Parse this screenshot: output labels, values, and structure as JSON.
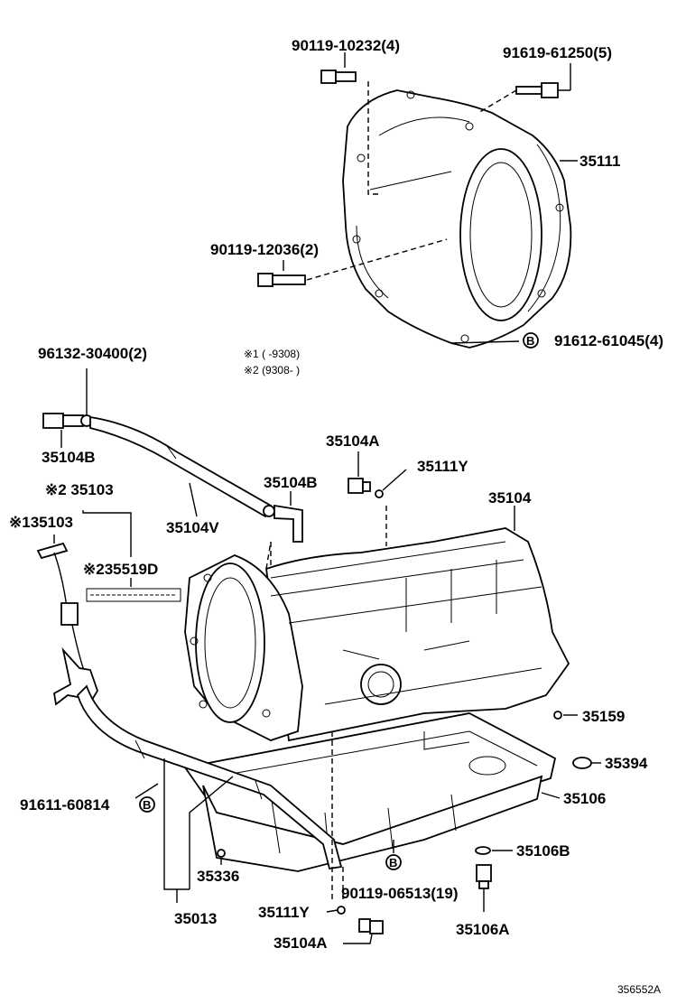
{
  "labels": {
    "p_90119_10232": "90119-10232(4)",
    "p_91619_61250": "91619-61250(5)",
    "p_35111": "35111",
    "p_90119_12036": "90119-12036(2)",
    "p_91612_61045": "91612-61045(4)",
    "p_96132_30400": "96132-30400(2)",
    "note1": "※1 (    -9308)",
    "note2": "※2 (9308-    )",
    "p_35104B_a": "35104B",
    "p_35104A_top": "35104A",
    "p_35111Y_top": "35111Y",
    "p_35103_2": "※2 35103",
    "p_35104B_b": "35104B",
    "p_35104": "35104",
    "p_35103_1": "※135103",
    "p_35104V": "35104V",
    "p_35519D": "※235519D",
    "p_35159": "35159",
    "p_35394": "35394",
    "p_91611_60814": "91611-60814",
    "p_35106": "35106",
    "p_35336": "35336",
    "p_35106B": "35106B",
    "p_90119_06513": "90119-06513(19)",
    "p_35013": "35013",
    "p_35111Y_bot": "35111Y",
    "p_35106A": "35106A",
    "p_35104A_bot": "35104A",
    "figure_id": "356552A"
  },
  "markers": {
    "b_symbol": "B"
  }
}
